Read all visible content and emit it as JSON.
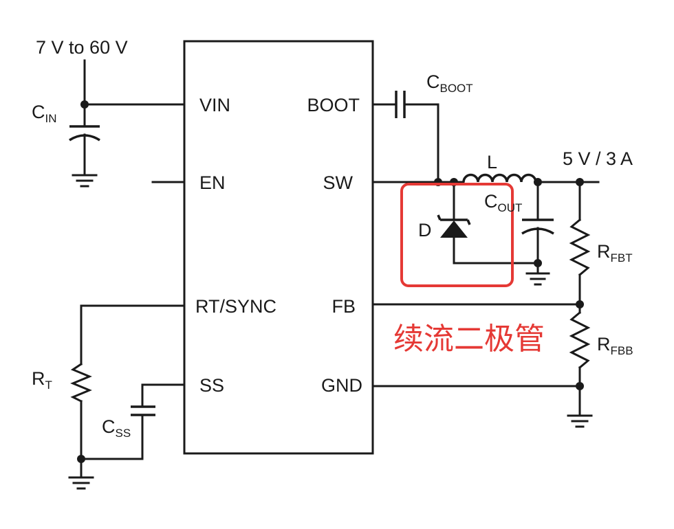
{
  "input_voltage": "7 V to 60 V",
  "output": "5 V / 3 A",
  "ic": {
    "pins_left": {
      "vin": "VIN",
      "en": "EN",
      "rt_sync": "RT/SYNC",
      "ss": "SS"
    },
    "pins_right": {
      "boot": "BOOT",
      "sw": "SW",
      "fb": "FB",
      "gnd": "GND"
    }
  },
  "components": {
    "cin": {
      "main": "C",
      "sub": "IN"
    },
    "cboot": {
      "main": "C",
      "sub": "BOOT"
    },
    "inductor": "L",
    "cout": {
      "main": "C",
      "sub": "OUT"
    },
    "diode": "D",
    "rfbt": {
      "main": "R",
      "sub": "FBT"
    },
    "rfbb": {
      "main": "R",
      "sub": "FBB"
    },
    "rt": {
      "main": "R",
      "sub": "T"
    },
    "css": {
      "main": "C",
      "sub": "SS"
    }
  },
  "annotation": {
    "text": "续流二极管",
    "color": "#e53935"
  }
}
